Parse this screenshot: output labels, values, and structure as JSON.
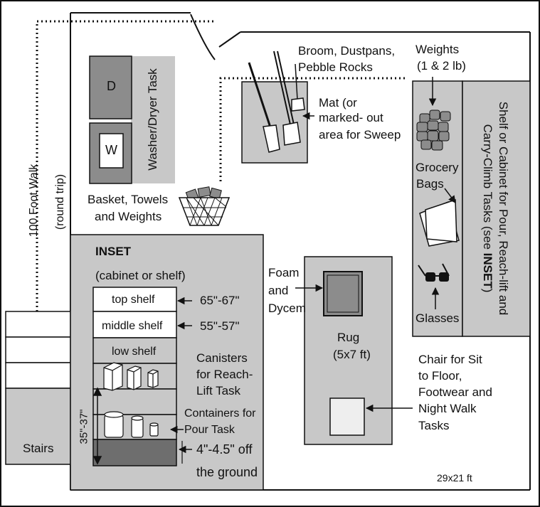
{
  "walk": {
    "label": "100 Foot Walk",
    "sublabel": "(round trip)"
  },
  "stairs": {
    "label": "Stairs"
  },
  "washer_dryer": {
    "dryer": "D",
    "washer": "W",
    "task": "Washer/Dryer Task"
  },
  "basket": {
    "line1": "Basket, Towels",
    "line2": "and Weights"
  },
  "broom": {
    "line1": "Broom, Dustpans,",
    "line2": "Pebble Rocks"
  },
  "mat": {
    "line1": "Mat (or",
    "line2": "marked- out",
    "line3": "area for Sweep"
  },
  "weights": {
    "line1": "Weights",
    "line2": "(1 & 2 lb)"
  },
  "shelf_cabinet": {
    "line1": "Shelf or Cabinet for Pour, Reach-lift and",
    "line2_prefix": "Carry-Climb Tasks (see ",
    "line2_bold": "INSET",
    "line2_suffix": ")"
  },
  "grocery": {
    "line1": "Grocery",
    "line2": "Bags"
  },
  "glasses": {
    "label": "Glasses"
  },
  "inset": {
    "title": "INSET",
    "subtitle": "(cabinet or shelf)",
    "top_shelf": "top shelf",
    "top_height": "65\"-67\"",
    "middle_shelf": "middle shelf",
    "middle_height": "55\"-57\"",
    "low_shelf": "low shelf",
    "canisters": {
      "line1": "Canisters",
      "line2": "for Reach-",
      "line3": "Lift Task"
    },
    "containers": {
      "line1": "Containers for",
      "line2": "Pour Task"
    },
    "off_ground": {
      "line1": "4\"-4.5\" off",
      "line2": "the ground"
    },
    "total_height": "35\"-37\""
  },
  "foam": {
    "line1": "Foam",
    "line2": "and",
    "line3": "Dycem"
  },
  "rug": {
    "line1": "Rug",
    "line2": "(5x7 ft)"
  },
  "chair": {
    "line1": "Chair for Sit",
    "line2": "to Floor,",
    "line3": "Footwear and",
    "line4": "Night Walk",
    "line5": "Tasks"
  },
  "room_size": "29x21 ft"
}
